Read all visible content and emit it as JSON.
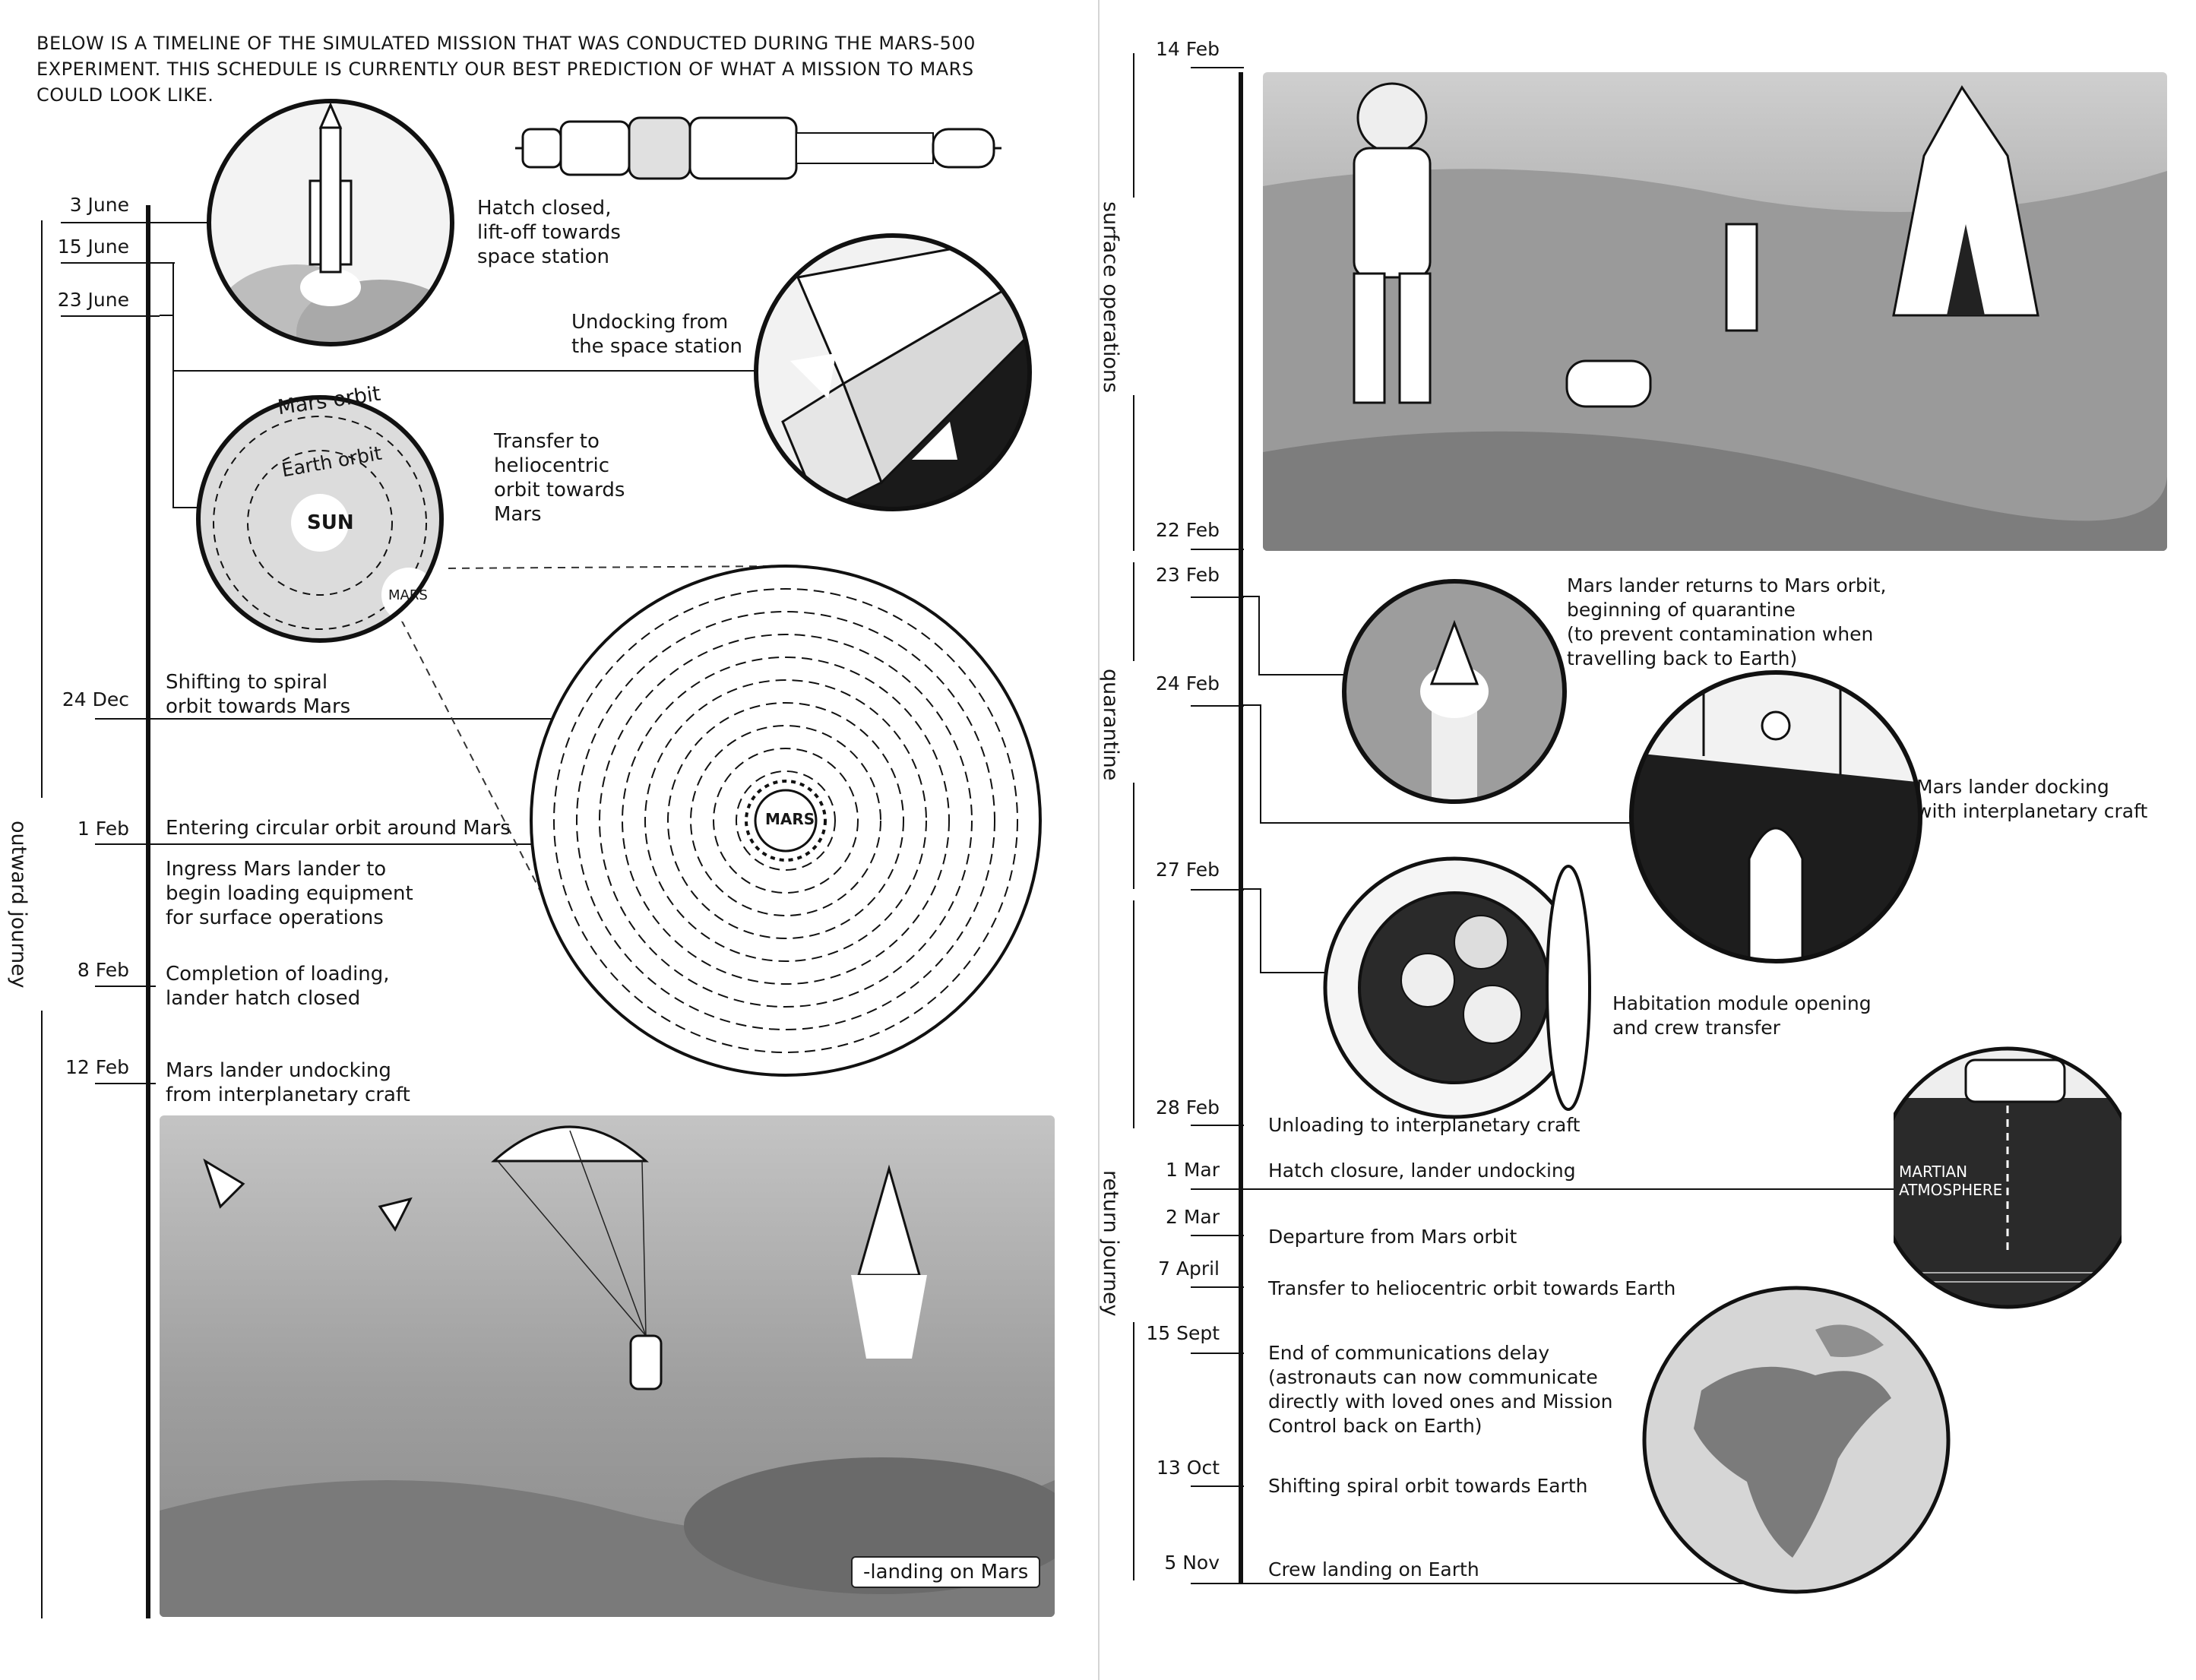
{
  "intro": {
    "text": "BELOW IS A TIMELINE OF THE SIMULATED MISSION THAT WAS CONDUCTED DURING THE MARS-500 EXPERIMENT. THIS SCHEDULE IS CURRENTLY OUR BEST PREDICTION OF WHAT A MISSION TO MARS COULD LOOK LIKE."
  },
  "phases": {
    "outward": "outward journey",
    "surface": "surface operations",
    "quarantine": "quarantine",
    "return": "return journey"
  },
  "left_events": [
    {
      "date": "3 June",
      "text": "Hatch closed,\nlift-off towards\nspace station"
    },
    {
      "date": "15 June",
      "text": "Undocking from\nthe space station"
    },
    {
      "date": "23 June",
      "text": "Transfer to\nheliocentric\norbit towards\nMars"
    },
    {
      "date": "24 Dec",
      "text": "Shifting to spiral\norbit towards Mars"
    },
    {
      "date": "1 Feb",
      "text": "Entering circular orbit around Mars"
    },
    {
      "date": "",
      "text": "Ingress Mars lander to\nbegin loading equipment\nfor surface operations"
    },
    {
      "date": "8 Feb",
      "text": "Completion of loading,\nlander hatch closed"
    },
    {
      "date": "12 Feb",
      "text": "Mars lander undocking\nfrom interplanetary craft"
    }
  ],
  "right_events": [
    {
      "date": "14 Feb",
      "text": ""
    },
    {
      "date": "22 Feb",
      "text": ""
    },
    {
      "date": "23 Feb",
      "text": "Mars lander returns to Mars orbit,\nbeginning of quarantine\n(to prevent contamination when\ntravelling back to Earth)"
    },
    {
      "date": "24 Feb",
      "text": "Mars lander docking\nwith interplanetary craft"
    },
    {
      "date": "27 Feb",
      "text": "Habitation module opening\nand crew transfer"
    },
    {
      "date": "28 Feb",
      "text": "Unloading to interplanetary craft"
    },
    {
      "date": "1 Mar",
      "text": "Hatch closure, lander undocking"
    },
    {
      "date": "2 Mar",
      "text": "Departure from Mars orbit"
    },
    {
      "date": "7 April",
      "text": "Transfer to heliocentric orbit towards Earth"
    },
    {
      "date": "15 Sept",
      "text": "End of communications delay\n(astronauts can now communicate\ndirectly with loved ones and Mission\nControl back on Earth)"
    },
    {
      "date": "13 Oct",
      "text": "Shifting spiral orbit towards Earth"
    },
    {
      "date": "5 Nov",
      "text": "Crew landing on Earth"
    }
  ],
  "diagram_labels": {
    "mars_orbit": "Mars orbit",
    "earth_orbit": "Earth orbit",
    "sun": "SUN",
    "mars_small": "MARS",
    "mars_spiral": "MARS",
    "martian_atmosphere": "MARTIAN\nATMOSPHERE",
    "landing_caption": "-landing on Mars"
  }
}
